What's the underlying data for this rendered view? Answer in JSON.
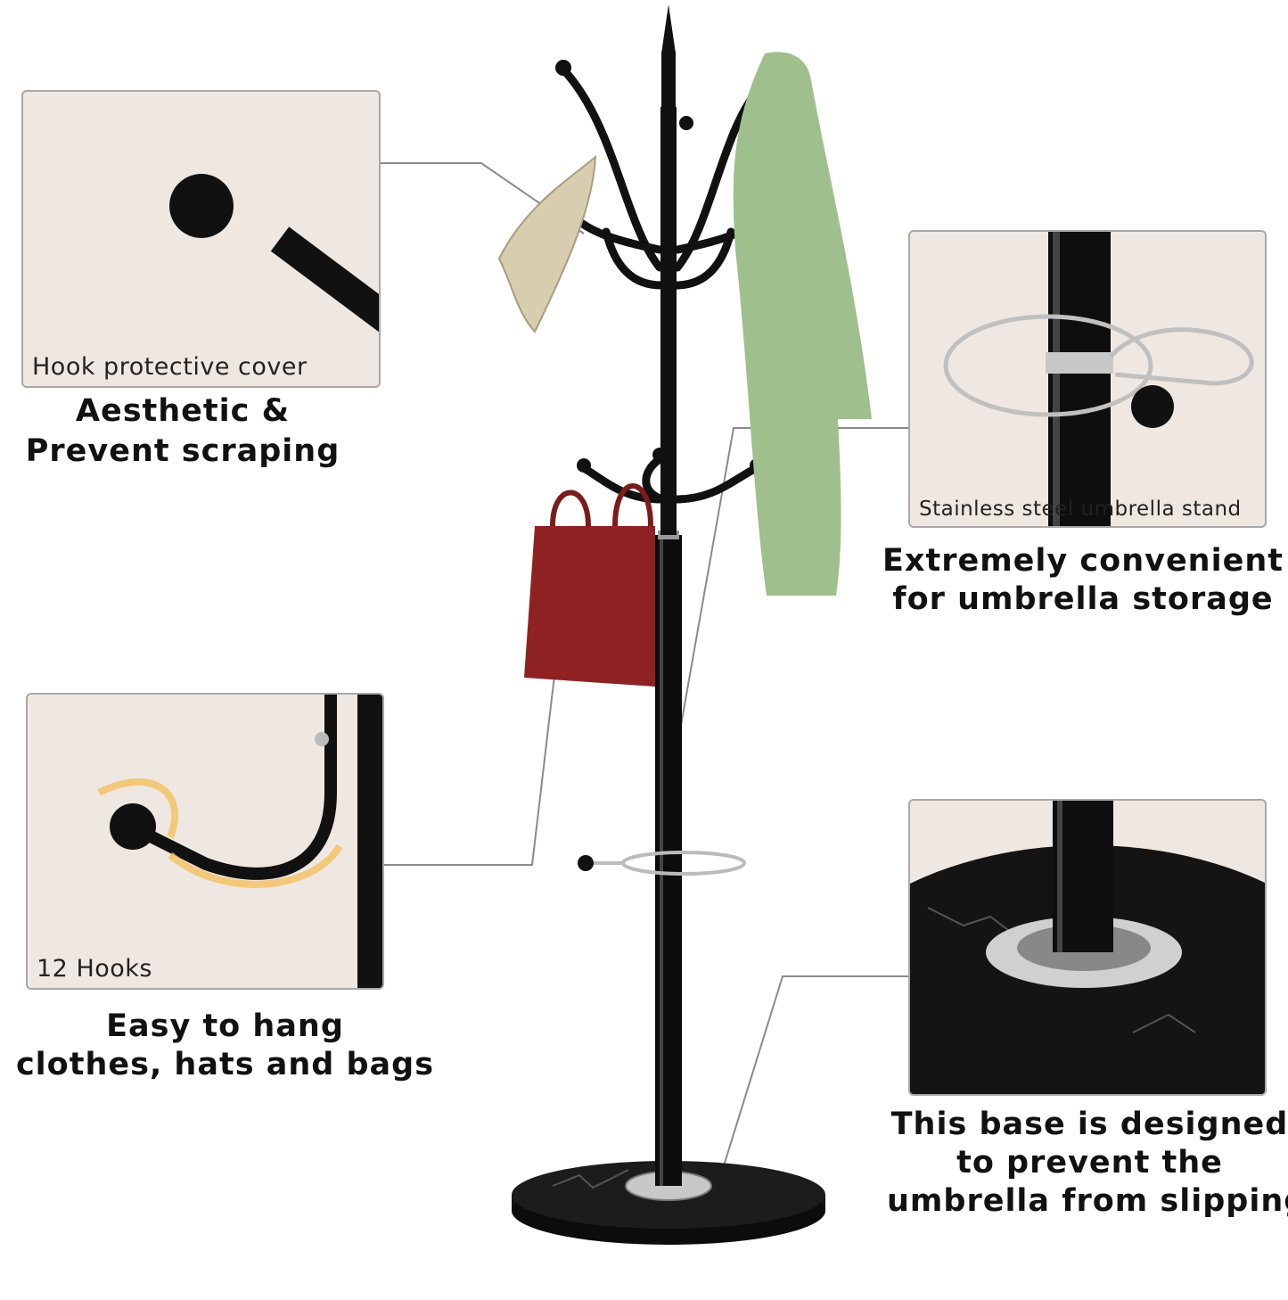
{
  "callouts": [
    {
      "label": "Hook protective cover",
      "caption": [
        "Aesthetic &",
        "Prevent scraping"
      ]
    },
    {
      "label": "Stainless steel umbrella stand",
      "caption": [
        "Extremely convenient",
        "for umbrella storage"
      ]
    },
    {
      "label": "12 Hooks",
      "caption": [
        "Easy to hang",
        "clothes, hats and bags"
      ]
    },
    {
      "label": "",
      "caption": [
        "This base is designed",
        "to prevent the",
        "umbrella from slipping"
      ]
    }
  ],
  "colors": {
    "panel": "#efe8e2",
    "border": "#a8a8a8",
    "metal": "#111111",
    "coat": "#9fbf8c",
    "bag": "#8e2222",
    "hat": "#d9cdb0"
  }
}
